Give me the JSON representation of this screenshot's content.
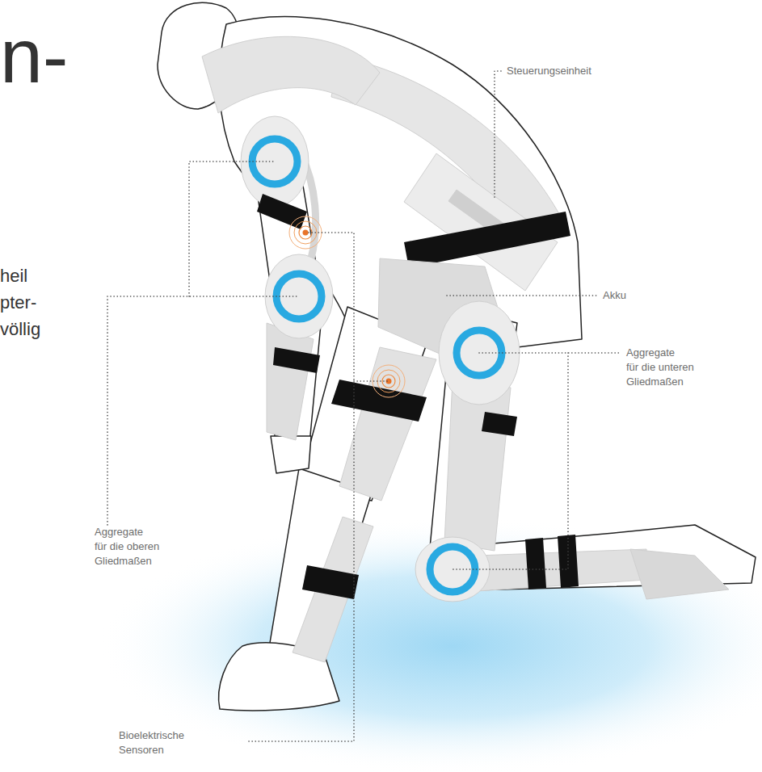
{
  "diagram": {
    "labels": [
      "n-",
      "heil",
      "pter-",
      "völlig",
      "Steuerungseinheit",
      "Akku",
      "Aggregate für die unteren Gliedmaßen",
      "Aggregate für die oberen Gliedmaßen",
      "Bioelektrische Sensoren"
    ]
  }
}
